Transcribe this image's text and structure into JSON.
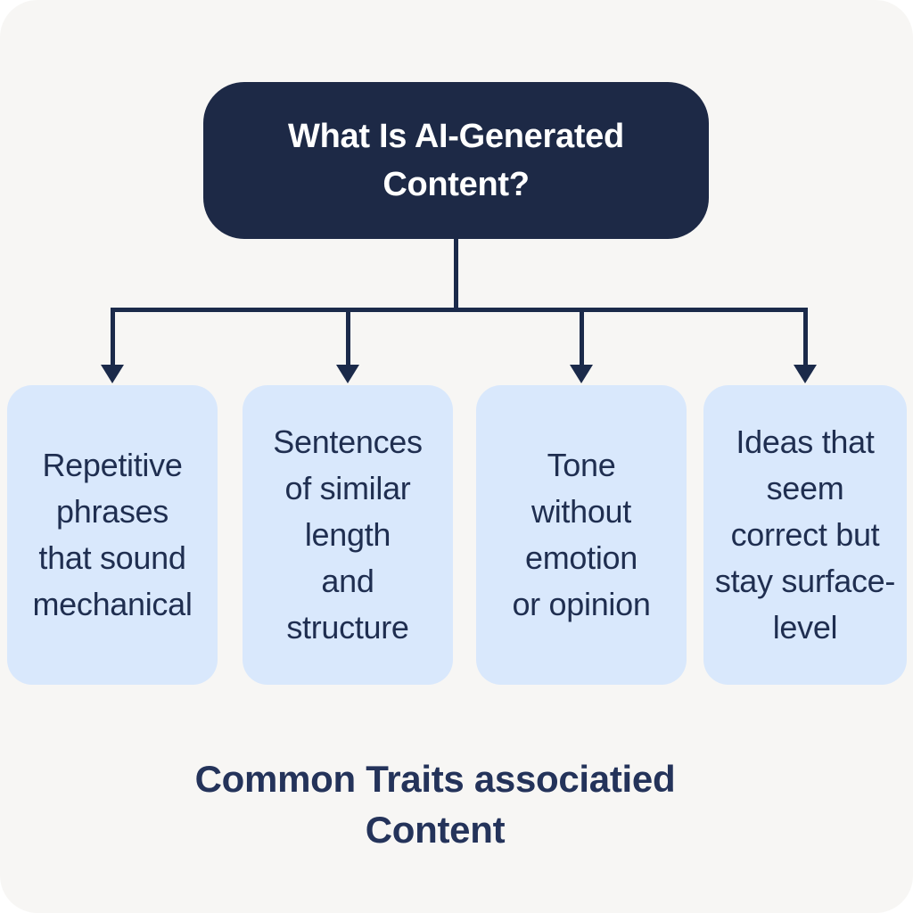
{
  "colors": {
    "card_bg": "#f7f6f4",
    "navy": "#1d2946",
    "line": "#1b2a4a",
    "light_blue": "#d9e8fc",
    "text_dark": "#1f2e50",
    "caption": "#24335a",
    "title_text": "#ffffff"
  },
  "header": {
    "title": "What Is AI-Generated\nContent?"
  },
  "traits": [
    {
      "text": "Repetitive\nphrases\nthat sound\nmechanical"
    },
    {
      "text": "Sentences\nof similar\nlength\nand\nstructure"
    },
    {
      "text": "Tone\nwithout\nemotion\nor opinion"
    },
    {
      "text": "Ideas that\nseem\ncorrect but\nstay surface-\nlevel"
    }
  ],
  "caption": {
    "text": "Common Traits associatied\nContent"
  }
}
